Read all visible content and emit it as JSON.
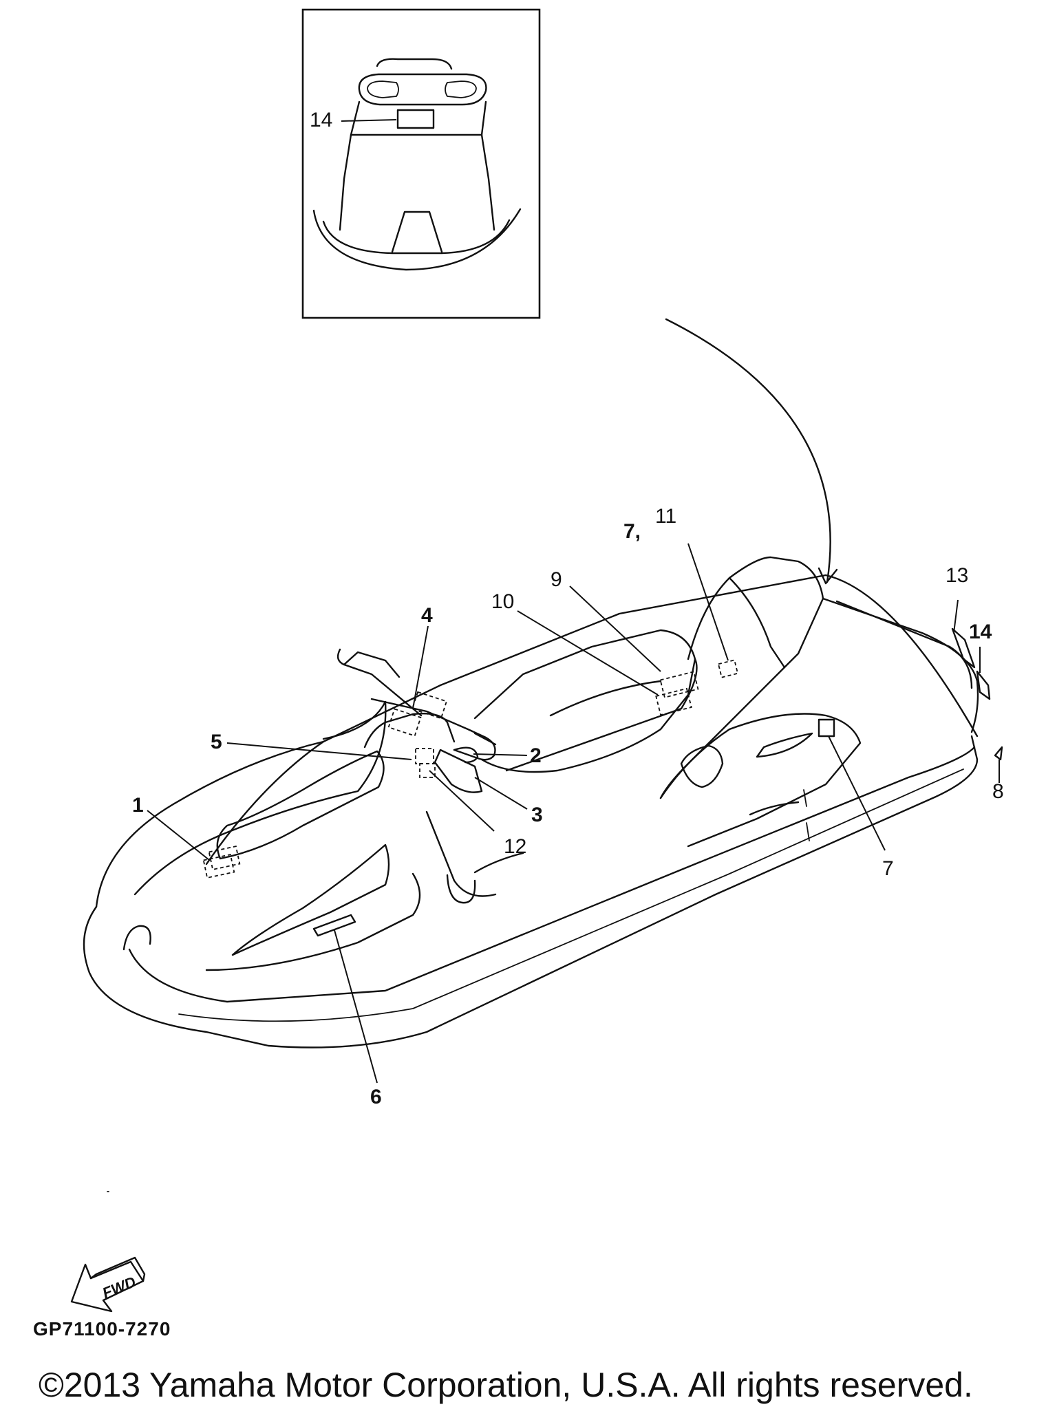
{
  "callouts": {
    "c1": "1",
    "c2": "2",
    "c3": "3",
    "c4": "4",
    "c5": "5",
    "c6": "6",
    "c7a": "7,",
    "c11": "11",
    "c7b": "7",
    "c8": "8",
    "c9": "9",
    "c10": "10",
    "c12": "12",
    "c13": "13",
    "c14_side": "14",
    "c14_inset": "14"
  },
  "fwd_arrow": {
    "label": "FWD",
    "icon": "fwd-arrow-icon"
  },
  "drawing_code": "GP71100-7270",
  "copyright": "©2013 Yamaha Motor Corporation, U.S.A. All rights reserved."
}
